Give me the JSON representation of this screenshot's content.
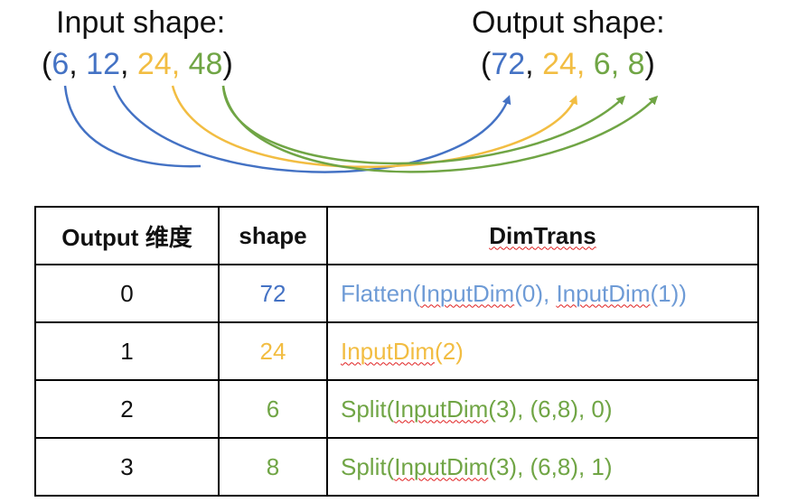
{
  "input": {
    "label": "Input shape:",
    "open": "(",
    "close": ")",
    "dims": [
      {
        "text": "6",
        "color": "#4472C4"
      },
      {
        "text": "12",
        "color": "#4472C4"
      },
      {
        "text": "24",
        "color": "#F2BD42"
      },
      {
        "text": "48",
        "color": "#70A545"
      }
    ]
  },
  "output": {
    "label": "Output shape:",
    "open": "(",
    "close": ")",
    "dims": [
      {
        "text": "72",
        "color": "#4472C4"
      },
      {
        "text": "24",
        "color": "#F2BD42"
      },
      {
        "text": "6",
        "color": "#70A545"
      },
      {
        "text": "8",
        "color": "#70A545"
      }
    ]
  },
  "colors": {
    "blue": "#4472C4",
    "light_blue": "#6E9BD6",
    "yellow": "#F2BD42",
    "green": "#70A545"
  },
  "table": {
    "headers": [
      "Output 维度",
      "shape",
      "DimTrans"
    ],
    "rows": [
      {
        "dim": "0",
        "shape": "72",
        "shape_color": "#4472C4",
        "trans": "Flatten(InputDim(0), InputDim(1))",
        "trans_color": "#6E9BD6"
      },
      {
        "dim": "1",
        "shape": "24",
        "shape_color": "#F2BD42",
        "trans": "InputDim(2)",
        "trans_color": "#F2BD42"
      },
      {
        "dim": "2",
        "shape": "6",
        "shape_color": "#70A545",
        "trans": "Split(InputDim(3), (6,8), 0)",
        "trans_color": "#70A545"
      },
      {
        "dim": "3",
        "shape": "8",
        "shape_color": "#70A545",
        "trans": "Split(InputDim(3), (6,8), 1)",
        "trans_color": "#70A545"
      }
    ]
  }
}
